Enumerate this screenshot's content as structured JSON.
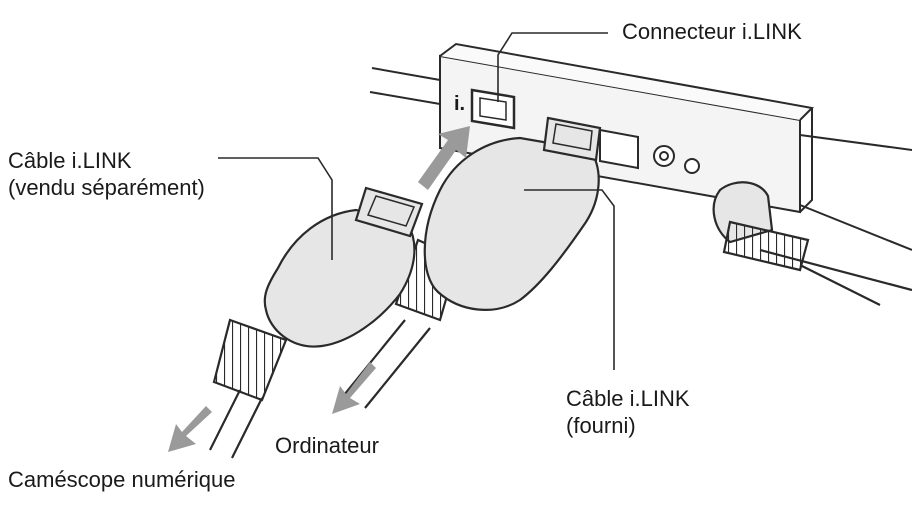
{
  "labels": {
    "connector": "Connecteur i.LINK",
    "cable_sold": [
      "Câble i.LINK",
      "(vendu séparément)"
    ],
    "cable_supplied": [
      "Câble i.LINK",
      "(fourni)"
    ],
    "computer": "Ordinateur",
    "camcorder": "Caméscope numérique"
  },
  "port_logo": "i.",
  "colors": {
    "line": "#2a2a2a",
    "arrow": "#9a9a9a",
    "plug_fill": "#e6e6e6",
    "panel_fill": "#f4f4f4"
  }
}
